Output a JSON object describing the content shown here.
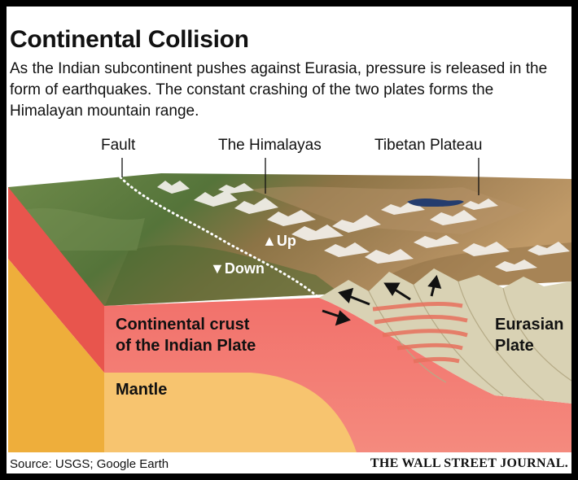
{
  "header": {
    "title": "Continental Collision",
    "subtitle": "As the Indian subcontinent pushes against Eurasia, pressure is released in the form of earthquakes. The constant crashing of the two plates forms the Himalayan mountain range."
  },
  "callouts": {
    "fault": "Fault",
    "himalayas": "The Himalayas",
    "tibetan_plateau": "Tibetan Plateau"
  },
  "motion": {
    "up": "Up",
    "down": "Down",
    "up_glyph": "▲",
    "down_glyph": "▼"
  },
  "layers": {
    "indian_crust_line1": "Continental crust",
    "indian_crust_line2": "of the Indian Plate",
    "eurasian_line1": "Eurasian",
    "eurasian_line2": "Plate",
    "mantle": "Mantle"
  },
  "footer": {
    "source": "Source: USGS; Google Earth",
    "publisher": "THE WALL STREET JOURNAL."
  },
  "colors": {
    "crust_front": "#f47a72",
    "crust_side": "#e8554d",
    "mantle_front": "#f7c46f",
    "mantle_side": "#eeae3b",
    "eurasian": "#d9d2b4",
    "stress_rings": "#e8705d",
    "terrain_green": "#5f7a3c",
    "terrain_brown": "#9b7a4a",
    "lake": "#243c6e"
  }
}
